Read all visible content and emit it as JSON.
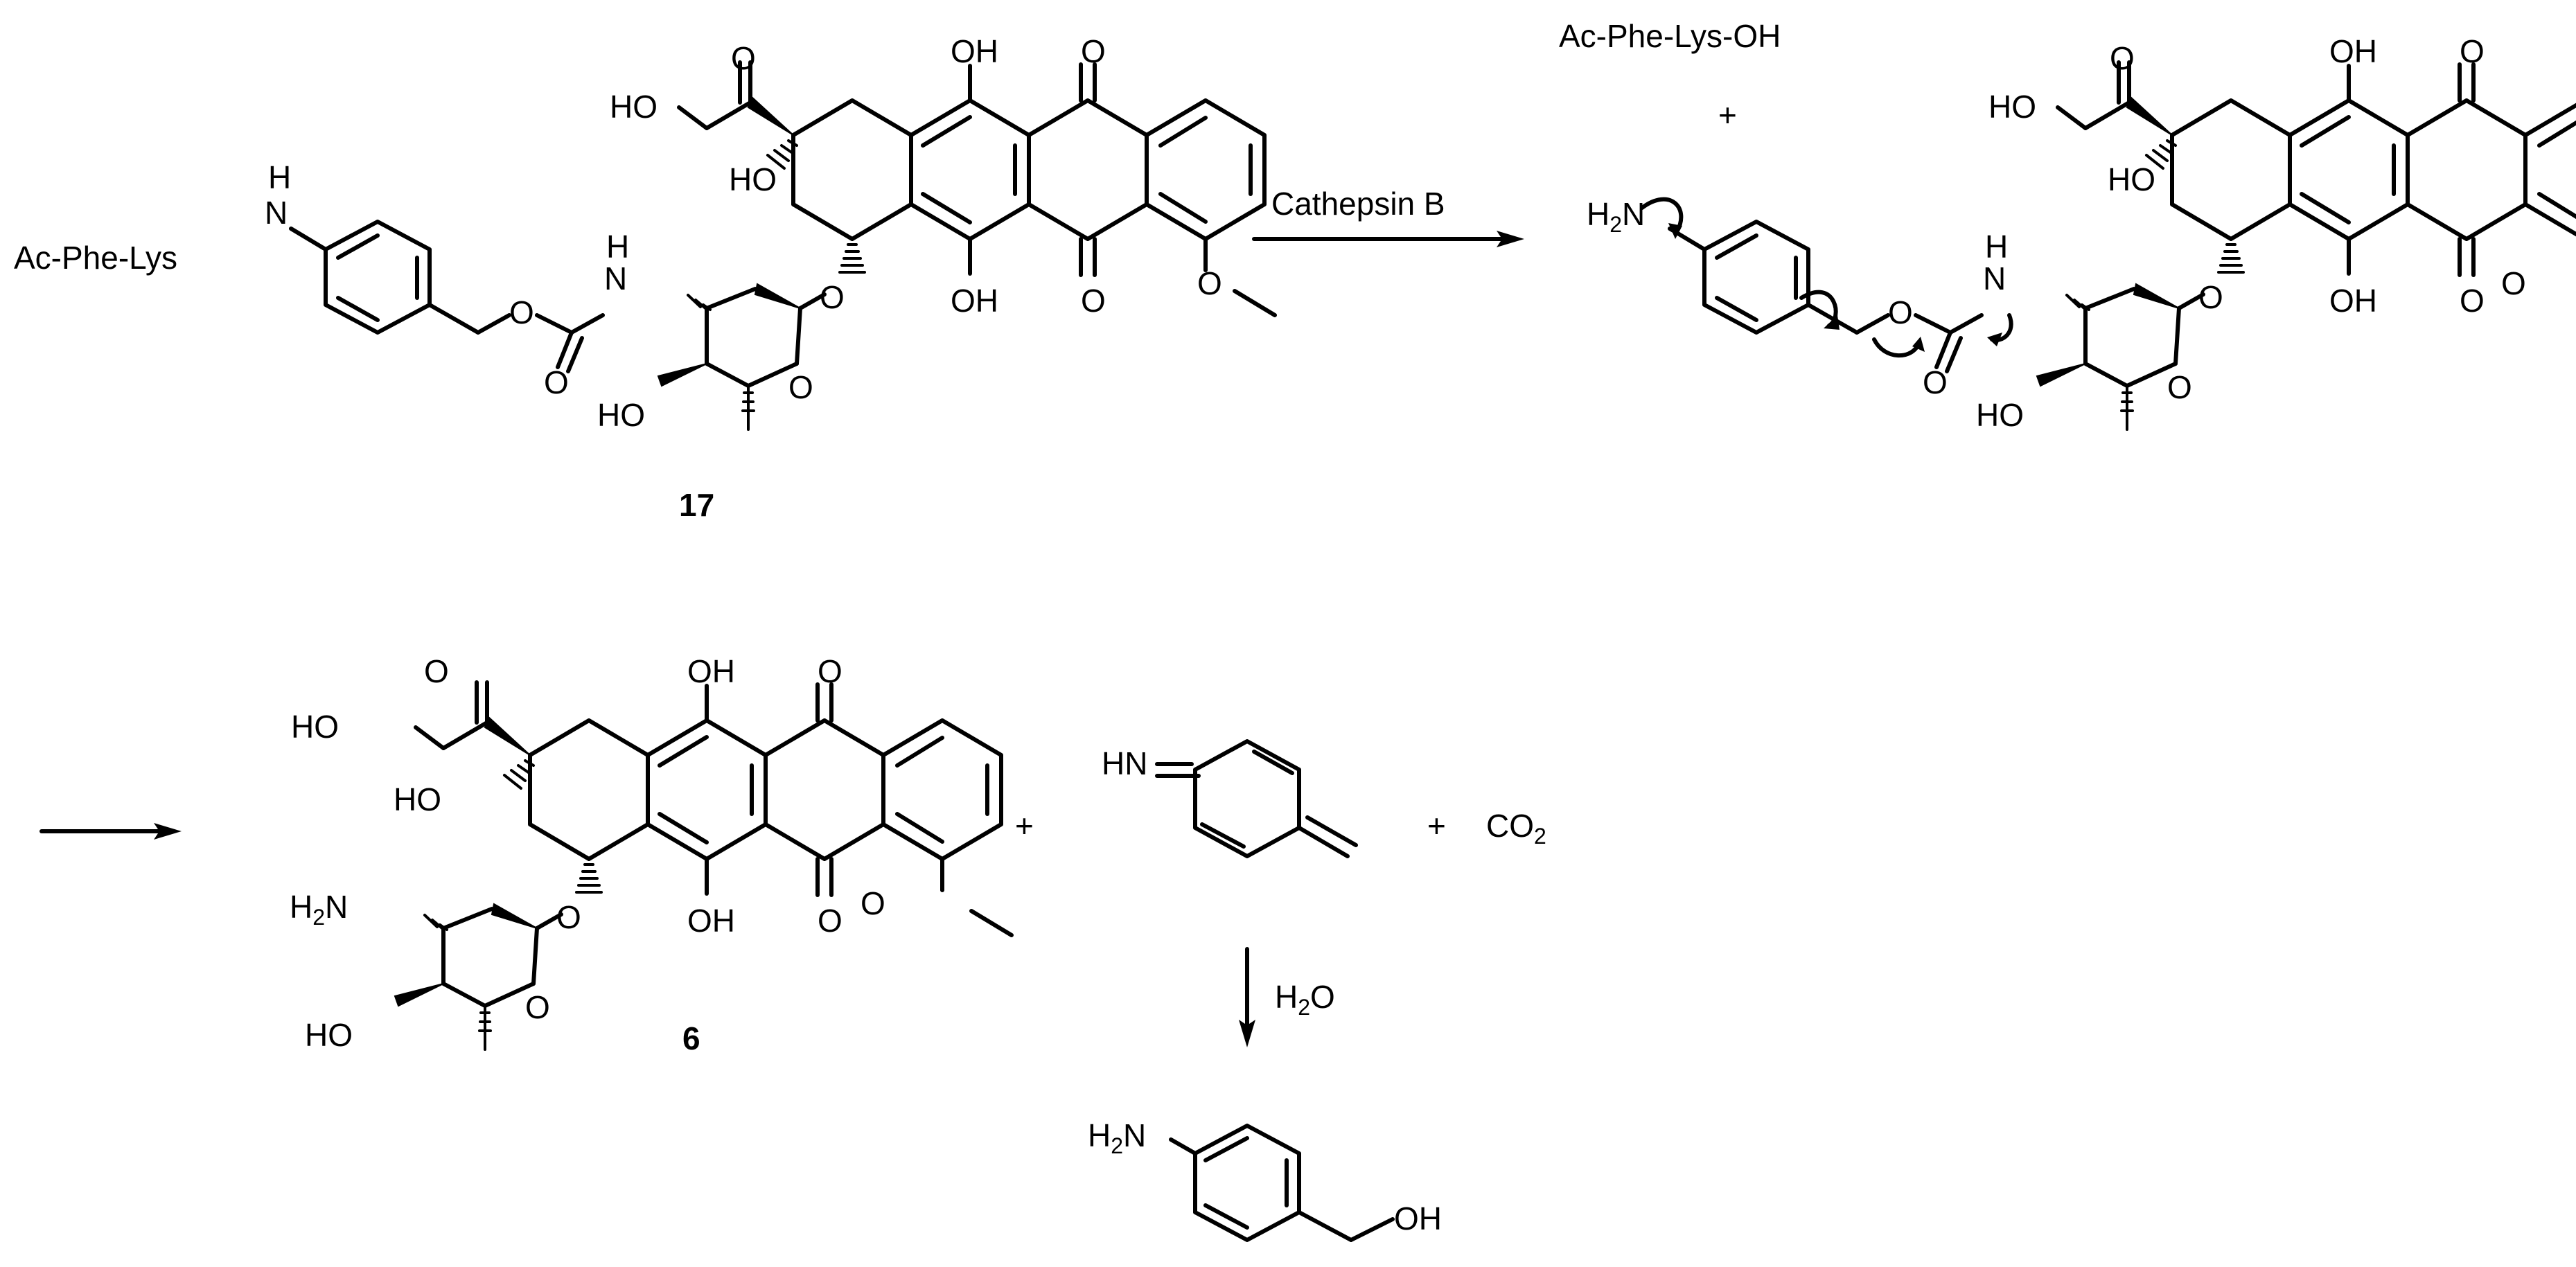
{
  "reaction": {
    "reagent_step1": "Cathepsin B",
    "reagent_step3": "H2O",
    "plus": "+"
  },
  "compounds": {
    "c17": {
      "number": "17",
      "peptide": "Ac-Phe-Lys",
      "nh": "N",
      "h": "H"
    },
    "intermediate": {
      "released_peptide": "Ac-Phe-Lys-OH",
      "h2n": "H2N"
    },
    "c6": {
      "number": "6",
      "h2n": "H2N"
    },
    "iminoquinone": {
      "hn": "HN"
    },
    "co2": {
      "label": "CO2"
    },
    "aminobenzyl_alcohol": {
      "h2n": "H2N",
      "oh": "OH"
    }
  },
  "atoms": {
    "ho": "HO",
    "oh": "OH",
    "o": "O",
    "n": "N",
    "h": "H"
  }
}
